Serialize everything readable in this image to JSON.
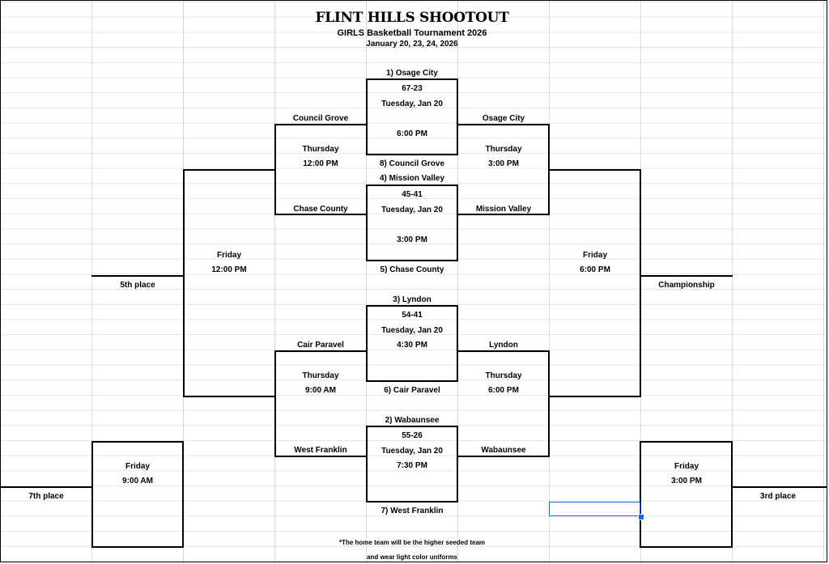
{
  "header": {
    "title": "FLINT HILLS SHOOTOUT",
    "subtitle": "GIRLS Basketball  Tournament 2026",
    "dates": "January 20, 23, 24,  2026"
  },
  "round1": [
    {
      "top_seed": "1) Osage City",
      "score": "67-23",
      "day": "Tuesday, Jan 20",
      "time": "6:00 PM",
      "bottom_seed": "8) Council Grove"
    },
    {
      "top_seed": "4) Mission Valley",
      "score": "45-41",
      "day": "Tuesday, Jan 20",
      "time": "3:00 PM",
      "bottom_seed": "5) Chase County"
    },
    {
      "top_seed": "3) Lyndon",
      "score": "54-41",
      "day": "Tuesday, Jan 20",
      "time": "4:30 PM",
      "bottom_seed": "6) Cair Paravel"
    },
    {
      "top_seed": "2) Wabaunsee",
      "score": "55-26",
      "day": "Tuesday, Jan 20",
      "time": "7:30 PM",
      "bottom_seed": "7) West Franklin"
    }
  ],
  "consolation_semis": [
    {
      "top_team": "Council Grove",
      "day": "Thursday",
      "time": "12:00 PM",
      "bottom_team": "Chase County"
    },
    {
      "top_team": "Cair Paravel",
      "day": "Thursday",
      "time": "9:00 AM",
      "bottom_team": "West Franklin"
    }
  ],
  "winner_semis": [
    {
      "top_team": "Osage City",
      "day": "Thursday",
      "time": "3:00 PM",
      "bottom_team": "Mission Valley"
    },
    {
      "top_team": "Lyndon",
      "day": "Thursday",
      "time": "6:00 PM",
      "bottom_team": "Wabaunsee"
    }
  ],
  "fifth_place": {
    "label": "5th place",
    "day": "Friday",
    "time": "12:00 PM"
  },
  "championship": {
    "label": "Championship",
    "day": "Friday",
    "time": "6:00 PM"
  },
  "seventh_place": {
    "label": "7th place",
    "day": "Friday",
    "time": "9:00 AM"
  },
  "third_place": {
    "label": "3rd place",
    "day": "Friday",
    "time": "3:00 PM"
  },
  "footnote": {
    "line1": "*The home team will be the higher seeded team",
    "line2": "and wear light color uniforms"
  }
}
